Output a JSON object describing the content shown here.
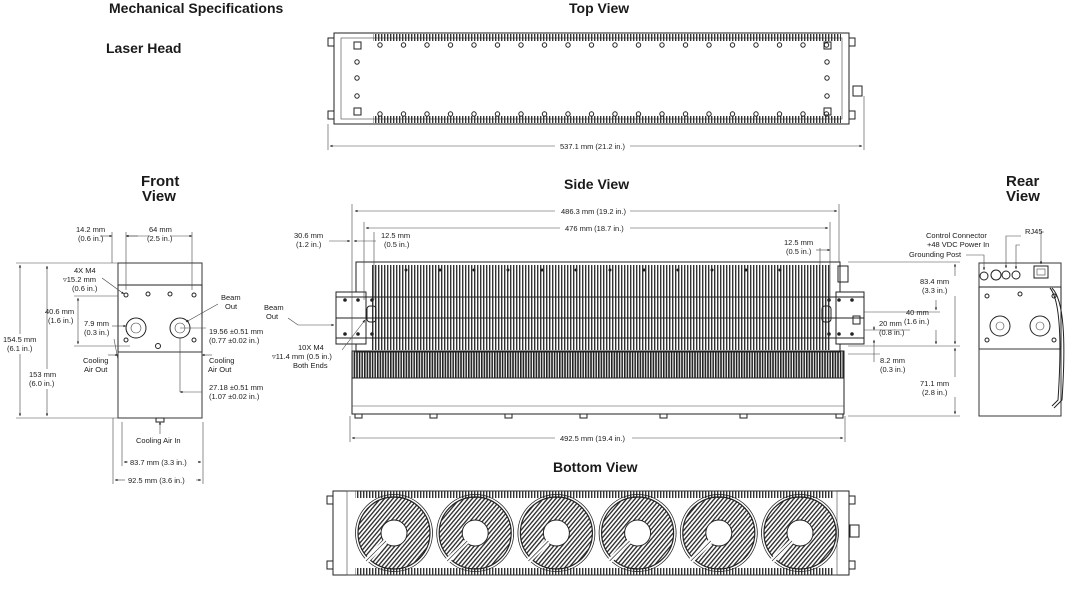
{
  "titles": {
    "main": "Mechanical Specifications",
    "sub": "Laser Head",
    "top": "Top View",
    "front_1": "Front",
    "front_2": "View",
    "side": "Side View",
    "rear_1": "Rear",
    "rear_2": "View",
    "bottom": "Bottom View"
  },
  "top_view": {
    "length": "537.1 mm (21.2 in.)"
  },
  "front_view": {
    "width_14": [
      "14.2 mm",
      "(0.6 in.)"
    ],
    "width_64": [
      "64 mm",
      "(2.5 in.)"
    ],
    "m4_holes": [
      "4X M4",
      "▿15.2 mm",
      "(0.6 in.)"
    ],
    "h_40_6": [
      "40.6 mm",
      "(1.6 in.)"
    ],
    "w_7_9": [
      "7.9 mm",
      "(0.3 in.)"
    ],
    "beam_out": [
      "Beam",
      "Out"
    ],
    "h_154_5": [
      "154.5 mm",
      "(6.1 in.)"
    ],
    "h_153": [
      "153 mm",
      "(6.0 in.)"
    ],
    "cool_air_out_left": [
      "Cooling",
      "Air Out"
    ],
    "cool_air_out_right": [
      "Cooling",
      "Air Out"
    ],
    "dim_19_56": [
      "19.56 ±0.51 mm",
      "(0.77 ±0.02 in.)"
    ],
    "dim_27_18": [
      "27.18 ±0.51 mm",
      "(1.07 ±0.02 in.)"
    ],
    "cool_air_in": "Cooling Air In",
    "w_83_7": "83.7 mm (3.3 in.)",
    "w_92_5": "92.5 mm (3.6 in.)"
  },
  "side_view": {
    "l_486_3": "486.3 mm (19.2 in.)",
    "l_476": "476 mm (18.7 in.)",
    "d_30_6": [
      "30.6 mm",
      "(1.2 in.)"
    ],
    "d_12_5_left": [
      "12.5 mm",
      "(0.5 in.)"
    ],
    "d_12_5_right": [
      "12.5 mm",
      "(0.5 in.)"
    ],
    "beam_out": [
      "Beam",
      "Out"
    ],
    "m4_holes": [
      "10X M4",
      "▿11.4 mm (0.5 in.)",
      "Both Ends"
    ],
    "h_83_4": [
      "83.4 mm",
      "(3.3 in.)"
    ],
    "h_40": [
      "40 mm",
      "(1.6 in.)"
    ],
    "h_20": [
      "20 mm",
      "(0.8 in.)"
    ],
    "h_8_2": [
      "8.2 mm",
      "(0.3 in.)"
    ],
    "h_71_1": [
      "71.1 mm",
      "(2.8 in.)"
    ],
    "l_492_5": "492.5 mm (19.4 in.)"
  },
  "rear_view": {
    "control_connector": "Control Connector",
    "rj45": "RJ45",
    "power": "+48 VDC Power In",
    "grounding": "Grounding Post"
  }
}
